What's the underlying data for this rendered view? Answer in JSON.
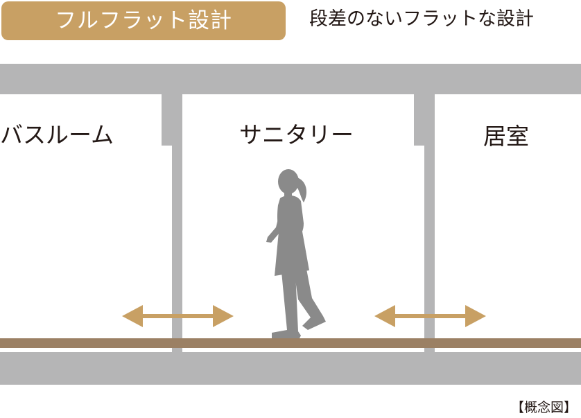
{
  "header": {
    "badge": "フルフラット設計",
    "subtitle": "段差のないフラットな設計"
  },
  "rooms": {
    "bathroom": "バスルーム",
    "sanitary": "サニタリー",
    "living": "居室"
  },
  "note": "【概念図】",
  "colors": {
    "badge": "#c8a064",
    "wall": "#b5b5b6",
    "floor": "#9b8064",
    "arrow": "#c8a064",
    "figure": "#8a8a8a",
    "text": "#231815"
  }
}
